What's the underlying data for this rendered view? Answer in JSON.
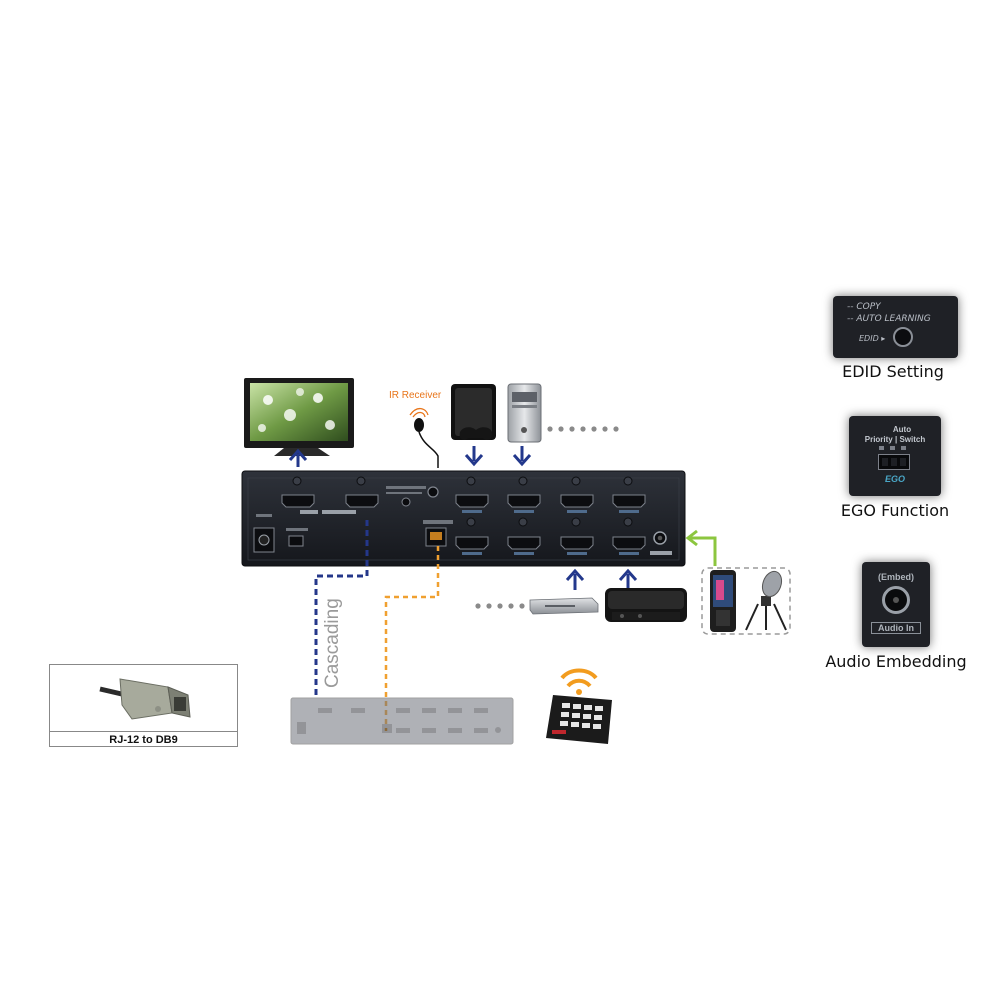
{
  "labels": {
    "ir_receiver": "IR Receiver",
    "cascading": "Cascading",
    "rj12_to_db9": "RJ-12 to DB9"
  },
  "insets": {
    "edid": {
      "caption": "EDID Setting",
      "line1": "-- COPY",
      "line2": "-- AUTO LEARNING",
      "button_label": "EDID ▸"
    },
    "ego": {
      "caption": "EGO Function",
      "auto": "Auto",
      "priority_switch": "Priority | Switch",
      "ego_label": "EGO"
    },
    "audio": {
      "caption": "Audio Embedding",
      "embed": "(Embed)",
      "audio_in": "Audio In"
    }
  },
  "colors": {
    "hdmi_out_dashed": "#24378a",
    "serial_dashed": "#f0a030",
    "arrow_blue": "#23388c",
    "arrow_green": "#8cc63f",
    "ir_label": "#e8751a",
    "switch_body": "#22252c"
  }
}
